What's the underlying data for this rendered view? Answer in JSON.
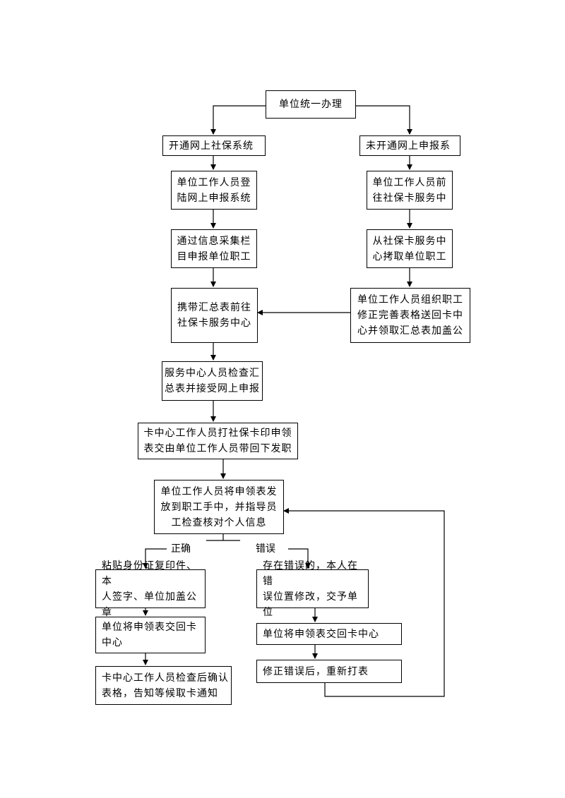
{
  "nodes": {
    "start": "单位统一办理",
    "online": "开通网上社保系统",
    "offline": "未开通网上申报系",
    "login": "单位工作人员登\n陆网上申报系统",
    "goto_center": "单位工作人员前\n往社保卡服务中",
    "collect": "通过信息采集栏\n目申报单位职工",
    "copy_staff": "从社保卡服务中\n心拷取单位职工",
    "carry": "携带汇总表前往\n社保卡服务中心",
    "organize": "单位工作人员组织职工\n修正完善表格送回卡中\n心并领取汇总表加盖公",
    "check_summary": "服务中心人员检查汇\n总表并接受网上申报",
    "print": "卡中心工作人员打社保卡印申领\n表交由单位工作人员带回下发职",
    "distribute": "单位工作人员将申领表发\n放到职工手中，并指导员\n工检查核对个人信息",
    "paste": "粘贴身份证复印件、本\n人签字、单位加盖公章",
    "fix_err": "存在错误的，本人在错\n误位置修改，交予单位",
    "return_ok": "单位将申领表交回卡\n中心",
    "return_err": "单位将申领表交回卡中心",
    "final_check": "卡中心工作人员检查后确认\n表格，告知等候取卡通知",
    "reprint": "修正错误后，重新打表"
  },
  "labels": {
    "correct": "正确",
    "error": "错误"
  }
}
